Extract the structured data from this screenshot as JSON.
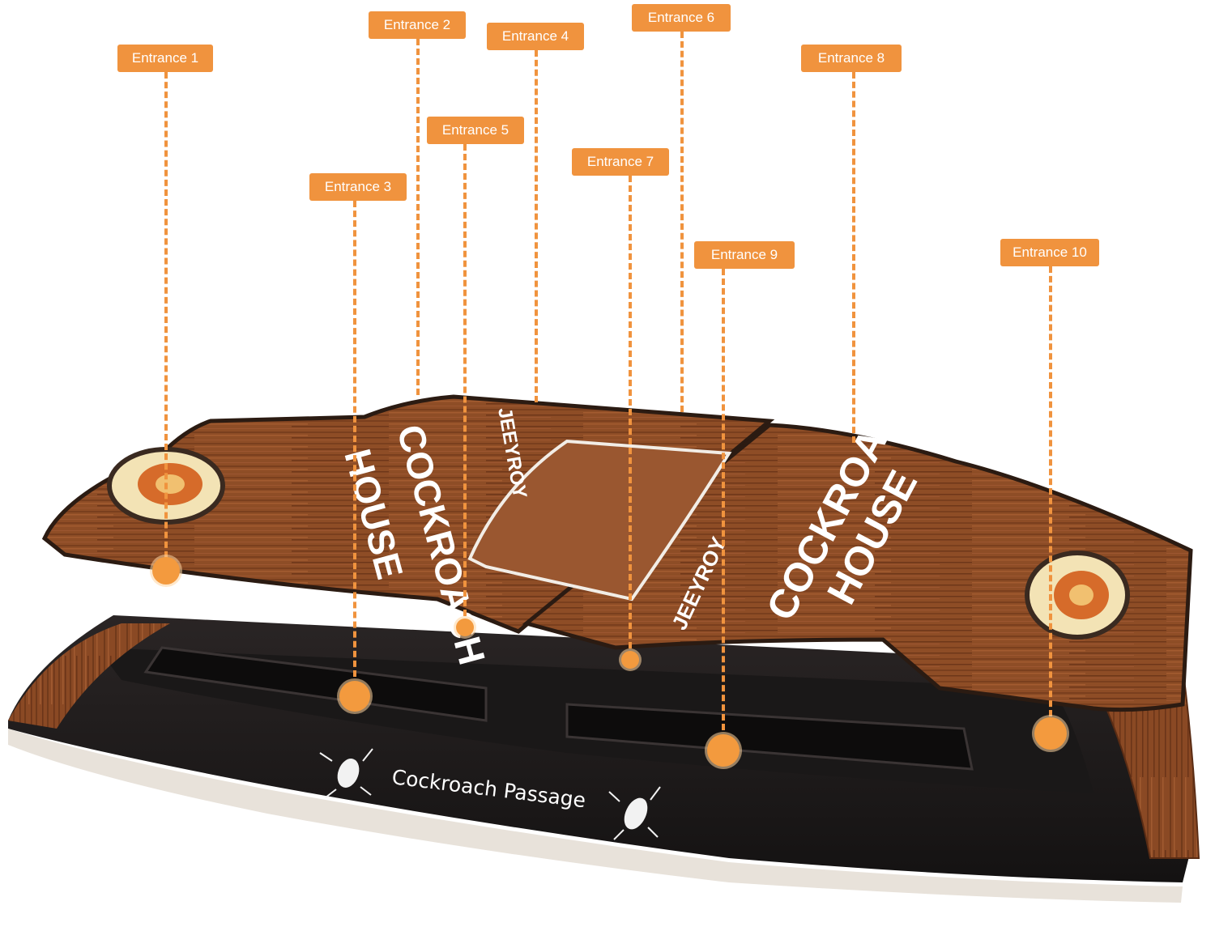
{
  "product": {
    "brand": "JEEYROY",
    "house_line1": "COCKROACH",
    "house_line2": "HOUSE",
    "passage_label": "Cockroach Passage"
  },
  "entrances": [
    {
      "label": "Entrance 1"
    },
    {
      "label": "Entrance 2"
    },
    {
      "label": "Entrance 3"
    },
    {
      "label": "Entrance 4"
    },
    {
      "label": "Entrance 5"
    },
    {
      "label": "Entrance 6"
    },
    {
      "label": "Entrance 7"
    },
    {
      "label": "Entrance 8"
    },
    {
      "label": "Entrance 9"
    },
    {
      "label": "Entrance 10"
    }
  ],
  "colors": {
    "callout": "#F0933E",
    "wood": "#8A4A25",
    "passage": "#1C1A1A"
  }
}
